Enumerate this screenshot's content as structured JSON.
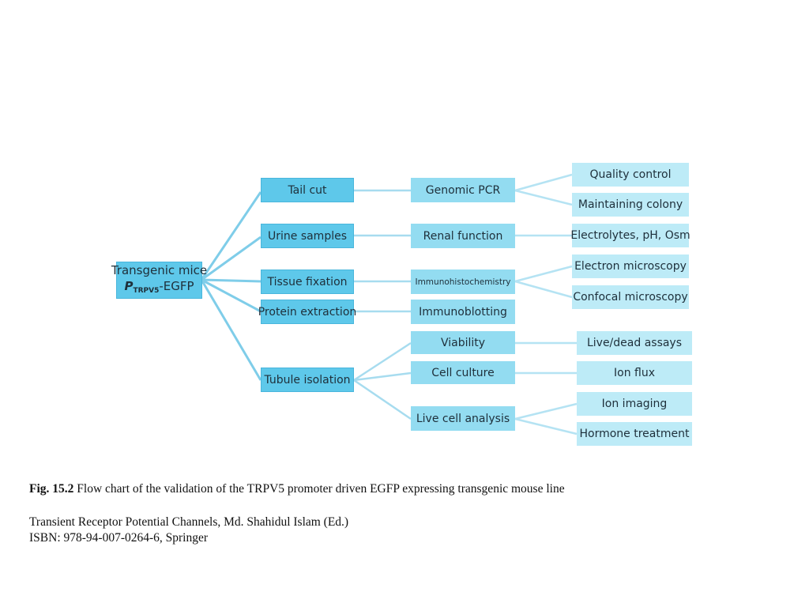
{
  "diagram": {
    "root": {
      "line1": "Transgenic mice",
      "p_label": "P",
      "p_sub": "TRPV5",
      "p_suffix": "-EGFP"
    },
    "level1": {
      "tail_cut": "Tail cut",
      "urine_samples": "Urine samples",
      "tissue_fixation": "Tissue fixation",
      "protein_extraction": "Protein extraction",
      "tubule_isolation": "Tubule isolation"
    },
    "level2": {
      "genomic_pcr": "Genomic PCR",
      "renal_function": "Renal function",
      "immunohistochemistry": "Immunohistochemistry",
      "immunoblotting": "Immunoblotting",
      "viability": "Viability",
      "cell_culture": "Cell culture",
      "live_cell_analysis": "Live cell analysis"
    },
    "level3": {
      "quality_control": "Quality control",
      "maintaining_colony": "Maintaining colony",
      "electrolytes": "Electrolytes, pH, Osm",
      "electron_microscopy": "Electron microscopy",
      "confocal_microscopy": "Confocal microscopy",
      "live_dead_assays": "Live/dead assays",
      "ion_flux": "Ion flux",
      "ion_imaging": "Ion imaging",
      "hormone_treatment": "Hormone treatment"
    },
    "colors": {
      "level1": "#5ec8ea",
      "level2": "#93dcf1",
      "level3": "#bdebf7",
      "connector_strong": "#7fcde9",
      "connector_light": "#b5e3f3"
    }
  },
  "caption": {
    "fig_label": "Fig. 15.2",
    "fig_text": " Flow chart of the validation of the TRPV5 promoter driven EGFP expressing transgenic mouse line",
    "source_line1": "Transient Receptor Potential Channels, Md. Shahidul Islam (Ed.)",
    "source_line2": "ISBN: 978-94-007-0264-6, Springer"
  }
}
